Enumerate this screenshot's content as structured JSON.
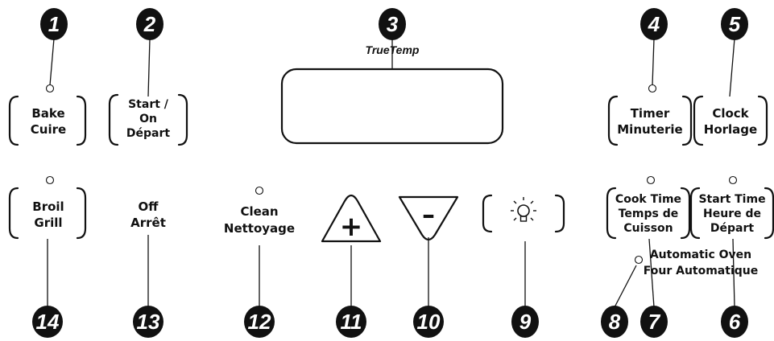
{
  "brand": "TrueTemp",
  "callouts": [
    "1",
    "2",
    "3",
    "4",
    "5",
    "6",
    "7",
    "8",
    "9",
    "10",
    "11",
    "12",
    "13",
    "14"
  ],
  "buttons": {
    "bake": {
      "line1": "Bake",
      "line2": "Cuire"
    },
    "start": {
      "line1": "Start /",
      "line2": "On",
      "line3": "Départ"
    },
    "timer": {
      "line1": "Timer",
      "line2": "Minuterie"
    },
    "clock": {
      "line1": "Clock",
      "line2": "Horlage"
    },
    "broil": {
      "line1": "Broil",
      "line2": "Grill"
    },
    "off": {
      "line1": "Off",
      "line2": "Arrêt"
    },
    "clean": {
      "line1": "Clean",
      "line2": "Nettoyage"
    },
    "cooktime": {
      "line1": "Cook Time",
      "line2": "Temps de",
      "line3": "Cuisson"
    },
    "starttime": {
      "line1": "Start Time",
      "line2": "Heure de",
      "line3": "Départ"
    },
    "plus": "+",
    "minus": "–"
  },
  "automatic_oven": {
    "line1": "Automatic Oven",
    "line2": "Four Automatique"
  }
}
